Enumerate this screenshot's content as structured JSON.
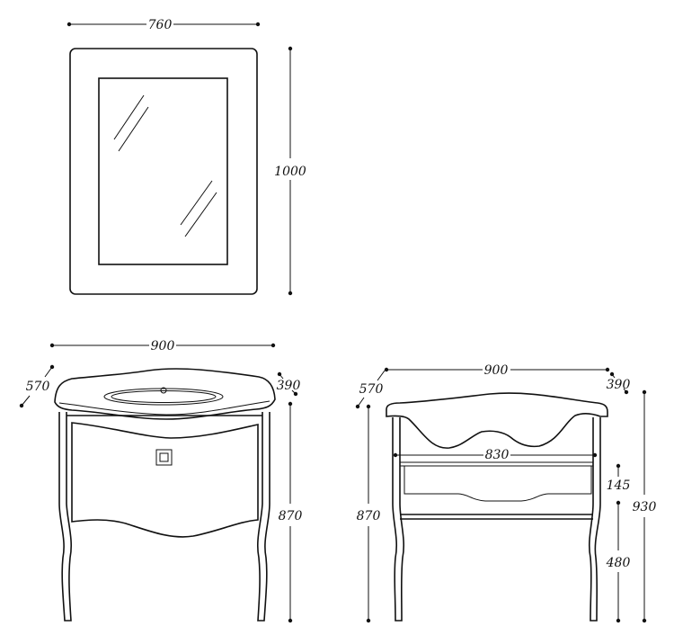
{
  "mirror": {
    "width": "760",
    "height": "1000"
  },
  "front_view": {
    "width": "900",
    "depth_left": "570",
    "depth_right": "390",
    "height": "870"
  },
  "side_view": {
    "width": "900",
    "depth_left": "570",
    "depth_right": "390",
    "inner_width": "830",
    "leg_height": "870",
    "total_height": "930",
    "shelf_gap": "145",
    "shelf_height": "480"
  }
}
